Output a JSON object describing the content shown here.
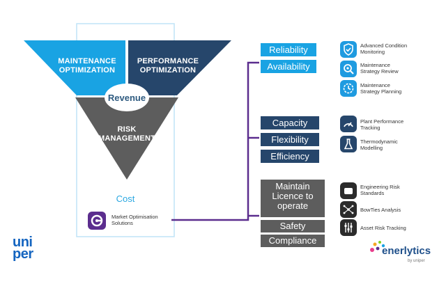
{
  "pyramid": {
    "maintenance": "MAINTENANCE\nOPTIMIZATION",
    "performance": "PERFORMANCE\nOPTIMIZATION",
    "risk": "RISK\nMANAGEMENT",
    "revenue": "Revenue",
    "cost": "Cost",
    "mos_label": "Market Optimisation\nSolutions"
  },
  "groups": [
    {
      "pills": [
        "Reliability",
        "Availability"
      ],
      "items": [
        "Advanced Condition\nMonitoring",
        "Maintenance\nStrategy Review",
        "Maintenance\nStrategy Planning"
      ]
    },
    {
      "pills": [
        "Capacity",
        "Flexibility",
        "Efficiency"
      ],
      "items": [
        "Plant Performance\nTracking",
        "Thermodynamic\nModelling"
      ]
    },
    {
      "pills": [
        "Maintain\nLicence to\noperate",
        "Safety",
        "Compliance"
      ],
      "items": [
        "Engineering Risk\nStandards",
        "BowTies Analysis",
        "Asset Risk Tracking"
      ]
    }
  ],
  "logos": {
    "uniper_line1": "uni",
    "uniper_line2": "per",
    "enerlytics": "enerlytics",
    "enerlytics_sub": "by uniper"
  },
  "colors": {
    "light_blue": "#19a3e3",
    "navy": "#26466b",
    "grey": "#5d5d5d",
    "purple": "#5b2d8e"
  }
}
